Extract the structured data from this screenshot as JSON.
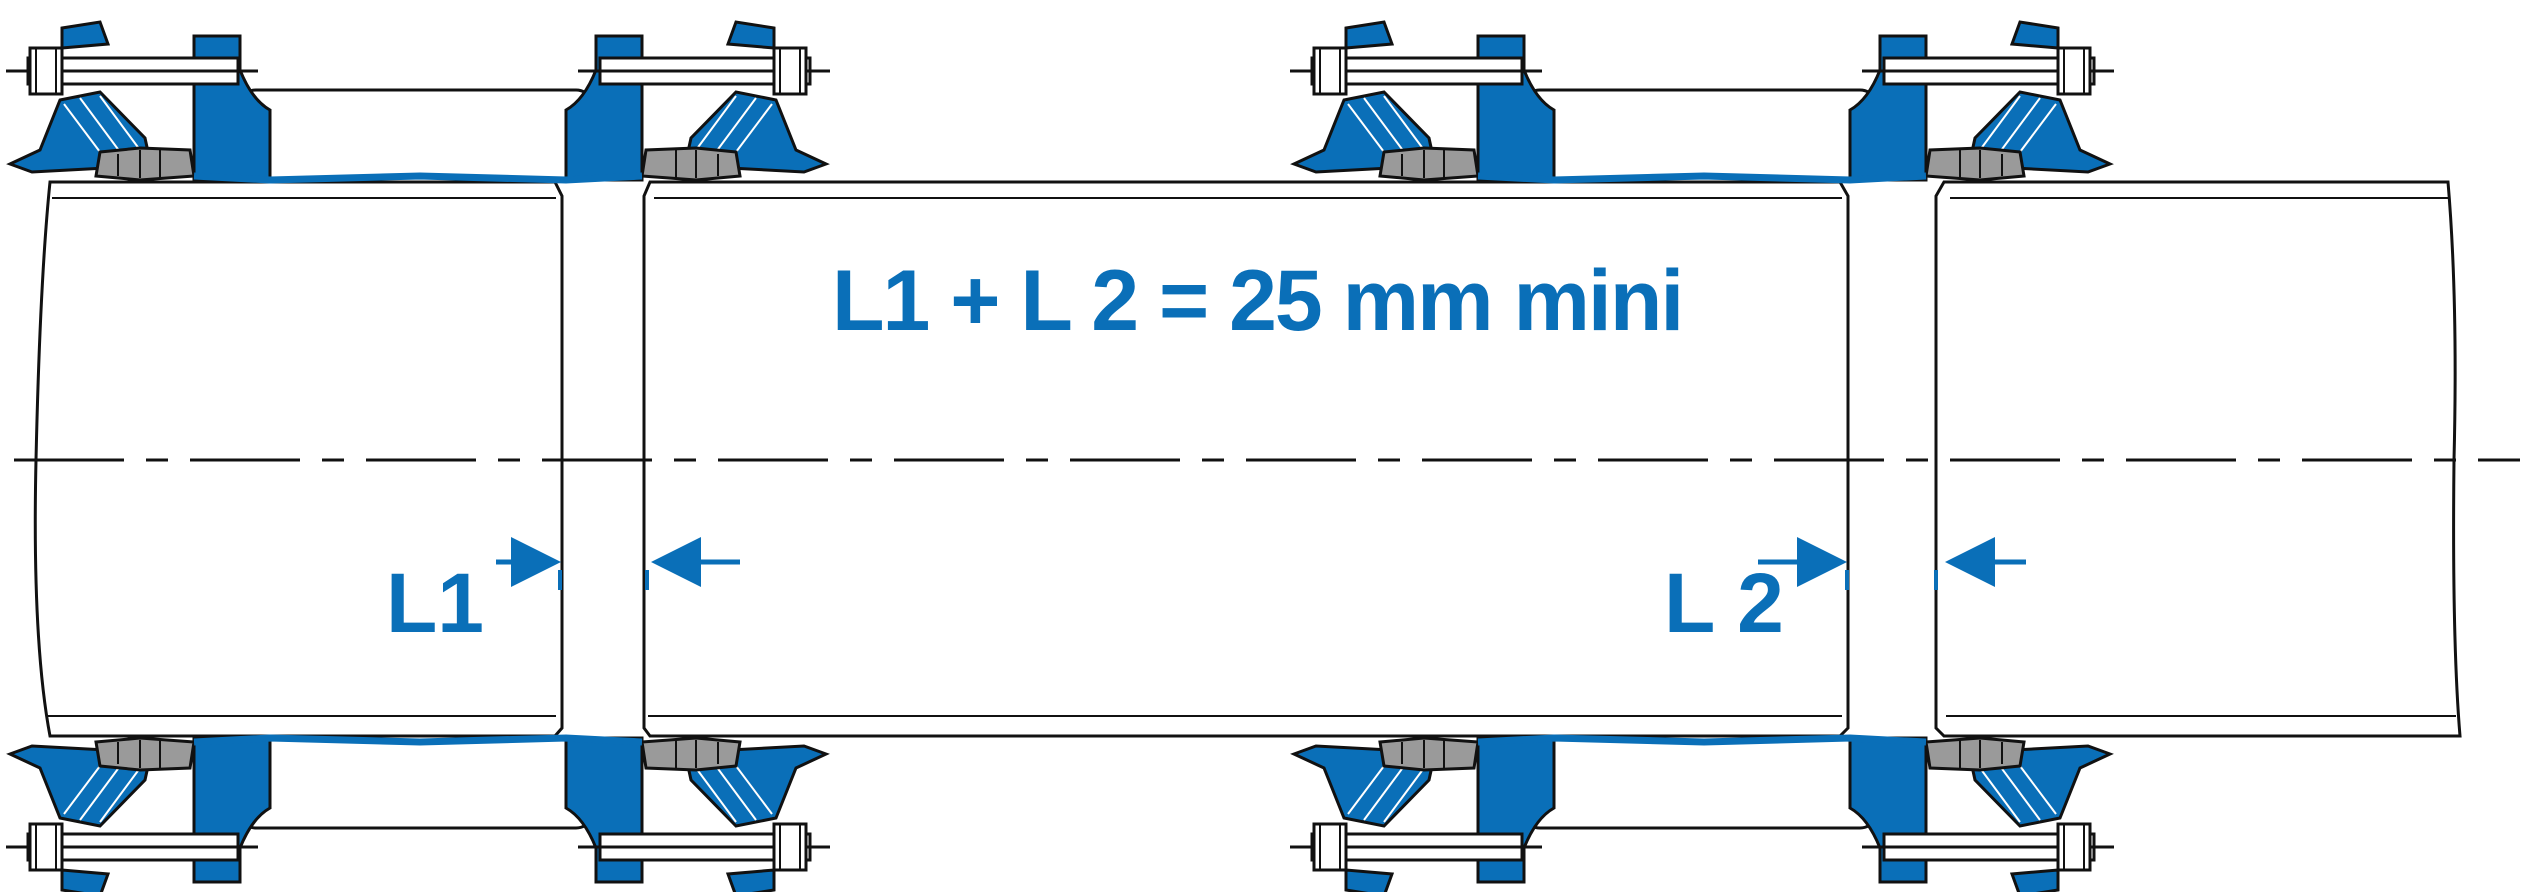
{
  "formula": "L1 + L 2 = 25 mm mini",
  "gap_labels": [
    "L1",
    "L 2"
  ],
  "colors": {
    "accent": "#0a6fb8",
    "line": "#111111",
    "gasket": "#9a9a9a",
    "background": "#ffffff"
  }
}
